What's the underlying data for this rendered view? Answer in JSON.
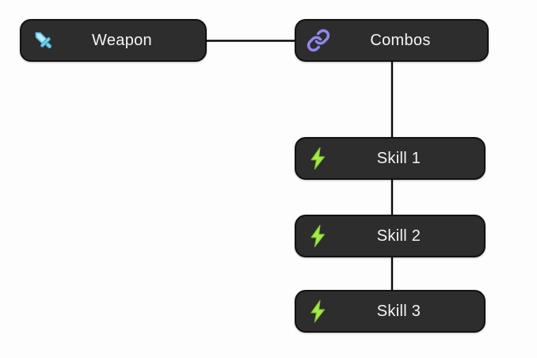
{
  "canvas": {
    "background": "#fdfdfd",
    "edge_color": "#0a0a0a"
  },
  "node_style": {
    "fill": "#2d2d2d",
    "border": "#121212",
    "text_color": "#f5f5f5"
  },
  "nodes": {
    "weapon": {
      "label": "Weapon",
      "icon": "sword-icon"
    },
    "combos": {
      "label": "Combos",
      "icon": "link-icon"
    },
    "skill1": {
      "label": "Skill 1",
      "icon": "lightning-icon"
    },
    "skill2": {
      "label": "Skill 2",
      "icon": "lightning-icon"
    },
    "skill3": {
      "label": "Skill 3",
      "icon": "lightning-icon"
    }
  },
  "edges": [
    {
      "from": "weapon",
      "to": "combos"
    },
    {
      "from": "combos",
      "to": "skill1"
    },
    {
      "from": "skill1",
      "to": "skill2"
    },
    {
      "from": "skill2",
      "to": "skill3"
    }
  ],
  "icons": {
    "sword": {
      "fill": "#bde9f8",
      "stroke": "#5cc3e4",
      "hilt": "#7fd4ee",
      "hilt_stroke": "#46aed2"
    },
    "link": {
      "color": "#8f88ee"
    },
    "lightning": {
      "fill": "#a6e945",
      "edge": "#7dc92e"
    }
  }
}
